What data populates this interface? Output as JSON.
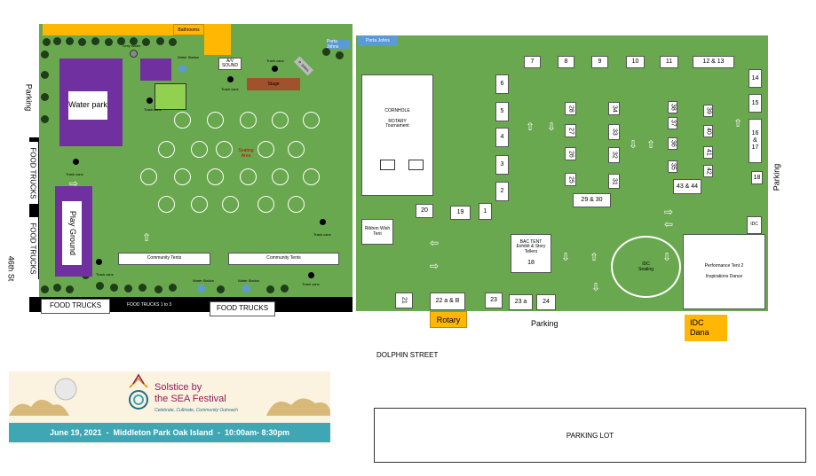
{
  "left_map": {
    "bathrooms": "Bathrooms",
    "porta_johns": "Porta Johns",
    "grey_water": "Grey Water",
    "water_station_1": "Water Station",
    "water_station_2": "Water Station",
    "water_station_3": "Water Station",
    "av_sound": "A/V SOUND",
    "stage": "Stage",
    "porta_johns_small": "P. Johns",
    "trash_cans": "Trash cans",
    "water_park": "Water park",
    "play_ground": "Play Ground",
    "seating_area": "Seating Area",
    "community_tents_1": "Community Tents",
    "community_tents_2": "Community Tents",
    "food_trucks_left_1": "FOOD TRUCKS",
    "food_trucks_left_2": "FOOD TRUCKS",
    "food_trucks_bottom_1": "FOOD TRUCKS",
    "food_trucks_bottom_2": "FOOD TRUCKS",
    "food_trucks_1to3": "FOOD TRUCKS 1 to 3",
    "parking_left": "Parking",
    "street_46": "46th St"
  },
  "right_map": {
    "porta_johns": "Porta Johns",
    "cornhole_title": "CORNHOLE",
    "cornhole_sub": "ROTARY Tournament",
    "ribbon_tent": "Ribbon Wish Tent",
    "bac_tent": "BAC TENT Exhibit & Story Tellers",
    "bac_number": "18",
    "idc_seating": "IDC Seating",
    "performance_tent": "Performance Tent 2",
    "inspirations": "Inspirations Dance",
    "idc_small": "IDC",
    "rotary": "Rotary",
    "idc_dana": "IDC Dana",
    "parking_bottom": "Parking",
    "parking_right": "Parking",
    "booths": {
      "b7": "7",
      "b8": "8",
      "b9": "9",
      "b10": "10",
      "b11": "11",
      "b12_13": "12 & 13",
      "b14": "14",
      "b15": "15",
      "b16_17": "16 & 17",
      "b18": "18",
      "b6": "6",
      "b5": "5",
      "b4": "4",
      "b3": "3",
      "b2": "2",
      "b1": "1",
      "b20": "20",
      "b19": "19",
      "b21": "21",
      "b22": "22 a & B",
      "b23": "23",
      "b23a": "23 a",
      "b24": "24",
      "b25": "25",
      "b26": "26",
      "b27": "27",
      "b28": "28",
      "b29_30": "29 & 30",
      "b31": "31",
      "b32": "32",
      "b33": "33",
      "b34": "34",
      "b35": "35",
      "b36": "36",
      "b37": "37",
      "b38": "38",
      "b39": "39",
      "b40": "40",
      "b41": "41",
      "b42": "42",
      "b43_44": "43 & 44"
    }
  },
  "dolphin_street": "DOLPHIN STREET",
  "parking_lot": "PARKING LOT",
  "banner": {
    "title_line1": "Solstice by",
    "title_line2": "the SEA Festival",
    "tagline": "Celebrate, Cultivate, Community Outreach",
    "date_line": "June 19, 2021  -  Middleton Park Oak Island  -  10:00am- 8:30pm"
  },
  "colors": {
    "grass": "#6aa84f",
    "orange": "#ffb703",
    "purple": "#7030a0",
    "blue": "#5b9bd5",
    "teal": "#3fa7b3"
  }
}
